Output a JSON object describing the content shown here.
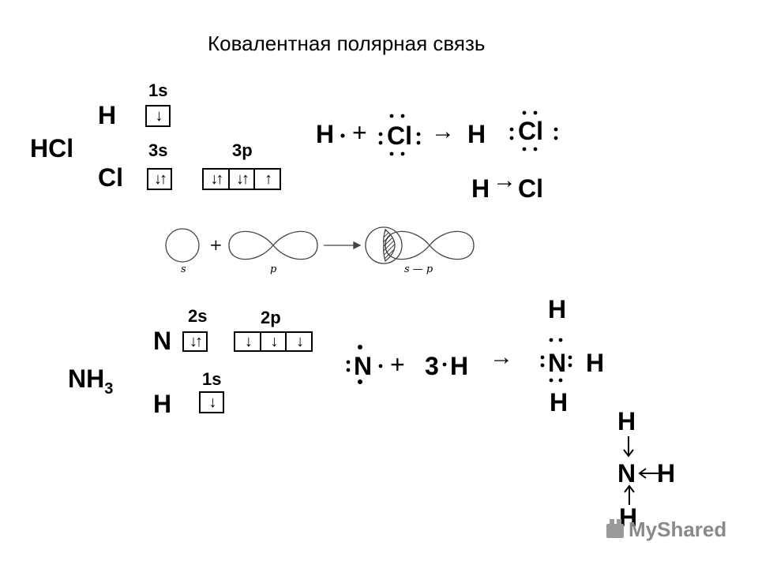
{
  "title": "Ковалентная полярная связь",
  "hcl": {
    "formula": "HCl",
    "h_label": "H",
    "cl_label": "Cl",
    "h_orbital_label": "1s",
    "cl_s_label": "3s",
    "cl_p_label": "3p",
    "h_1s": [
      "↓"
    ],
    "cl_3s": [
      "↓↑"
    ],
    "cl_3p": [
      "↓↑",
      "↓↑",
      "↑"
    ],
    "eq_h": "H",
    "eq_plus": "+",
    "eq_cl": "Cl",
    "eq_arrow": "→",
    "prod_h": "H",
    "prod_cl": "Cl",
    "bond_h": "H",
    "bond_arrow": "→",
    "bond_cl": "Cl"
  },
  "overlap": {
    "plus": "+",
    "label_s": "s",
    "label_p": "p",
    "label_sp": "s — p"
  },
  "nh3": {
    "formula": "NH",
    "formula_sub": "3",
    "n_label": "N",
    "h_label": "H",
    "n_s_label": "2s",
    "n_p_label": "2p",
    "h_orbital_label": "1s",
    "n_2s": [
      "↓↑"
    ],
    "n_2p": [
      "↓",
      "↓",
      "↓"
    ],
    "h_1s": [
      "↓"
    ],
    "eq_n": "N",
    "eq_plus": "+",
    "eq_3": "3",
    "eq_h": "H",
    "eq_arrow": "→",
    "prod_top_h": "H",
    "prod_n": "N",
    "prod_right_h": "H",
    "prod_bottom_h": "H",
    "final_top_h": "H",
    "final_n": "N",
    "final_right_h": "H",
    "final_bottom_h": "H"
  },
  "watermark": {
    "text": "MyShared"
  }
}
